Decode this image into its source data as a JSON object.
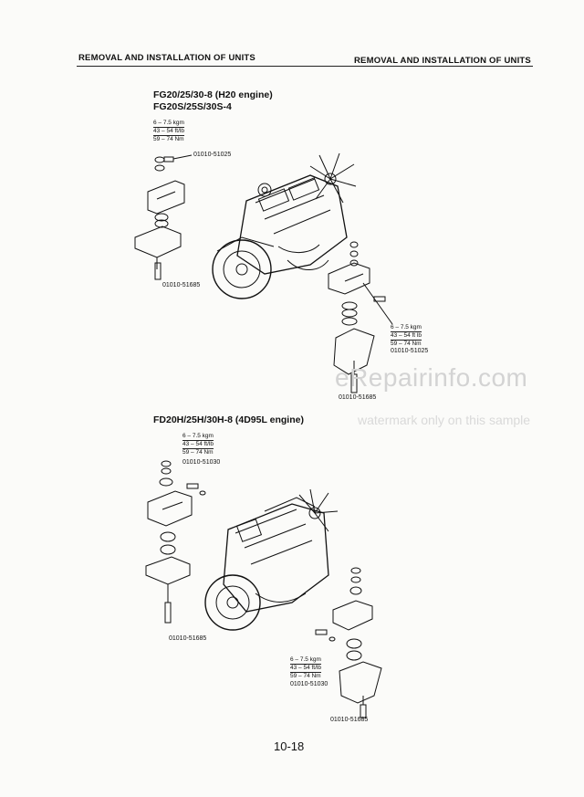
{
  "header": {
    "left": "REMOVAL AND INSTALLATION OF UNITS",
    "right": "REMOVAL AND INSTALLATION OF UNITS"
  },
  "section1": {
    "title_line1": "FG20/25/30-8  (H20 engine)",
    "title_line2": "FG20S/25S/30S-4",
    "spec_top": [
      "6 – 7.5 kgm",
      "43 – 54 ft/lb",
      "59 – 74 Nm"
    ],
    "part_top": "01010-51025",
    "part_left": "01010-51685",
    "spec_right": [
      "6 – 7.5 kgm",
      "43 – 54 ft lb",
      "59 – 74 Nm"
    ],
    "part_right": "01010-51025",
    "part_bottom": "01010-51685"
  },
  "section2": {
    "title": "FD20H/25H/30H-8 (4D95L engine)",
    "spec_top": [
      "6 – 7.5 kgm",
      "43 – 54 ft/lb",
      "59 – 74 Nm"
    ],
    "part_top": "01010-51030",
    "part_left": "01010-51685",
    "spec_right": [
      "6 – 7.5 kgm",
      "43 – 54 ft/lb",
      "59 – 74 Nm"
    ],
    "part_right": "01010-51030",
    "part_bottom": "01010-51685"
  },
  "page_number": "10-18",
  "watermark": {
    "brand": "eRepairinfo.com",
    "note": "watermark only on this sample"
  }
}
